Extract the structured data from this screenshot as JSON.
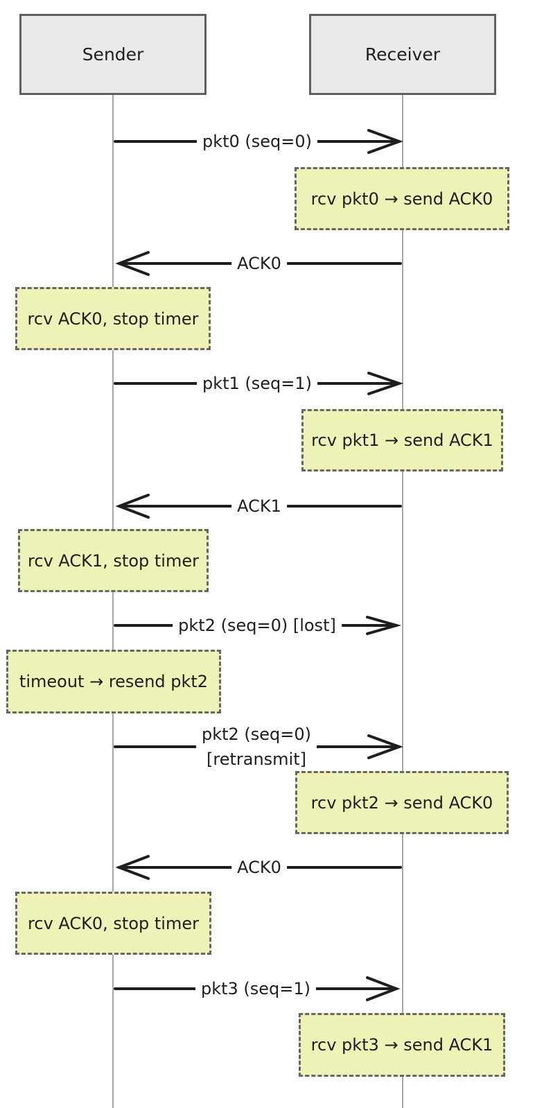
{
  "actors": [
    "Sender",
    "Receiver"
  ],
  "messages": [
    {
      "label": "pkt0 (seq=0)",
      "dir": "right"
    },
    {
      "label": "ACK0",
      "dir": "left"
    },
    {
      "label": "pkt1 (seq=1)",
      "dir": "right"
    },
    {
      "label": "ACK1",
      "dir": "left"
    },
    {
      "label": "pkt2 (seq=0) [lost]",
      "dir": "right"
    },
    {
      "label": "pkt2 (seq=0)\n[retransmit]",
      "dir": "right"
    },
    {
      "label": "ACK0",
      "dir": "left"
    },
    {
      "label": "pkt3 (seq=1)",
      "dir": "right"
    }
  ],
  "notes": [
    "rcv pkt0 → send ACK0",
    "rcv ACK0, stop timer",
    "rcv pkt1 → send ACK1",
    "rcv ACK1, stop timer",
    "timeout → resend pkt2",
    "rcv pkt2 → send ACK0",
    "rcv ACK0, stop timer",
    "rcv pkt3 → send ACK1"
  ]
}
